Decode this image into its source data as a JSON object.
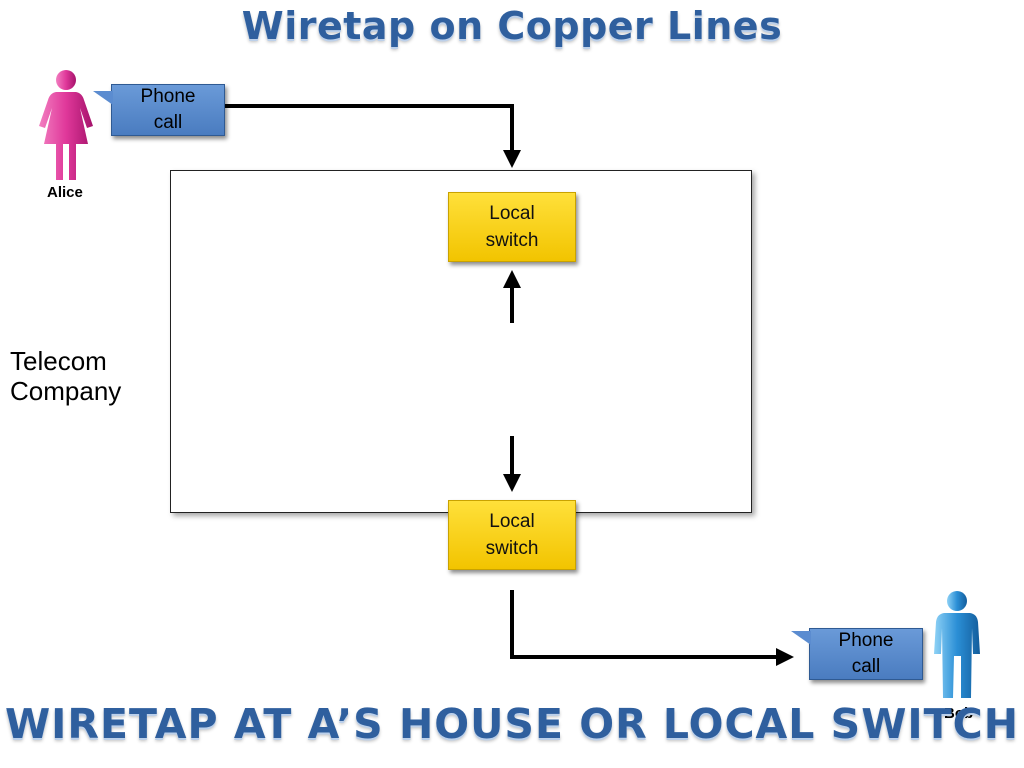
{
  "title": "Wiretap on Copper Lines",
  "subtitle": "Wiretap at A’s house or local switch",
  "telecom_label": "Telecom\nCompany",
  "alice": {
    "name": "Alice",
    "bubble": "Phone\ncall",
    "color": "#e0389a"
  },
  "bob": {
    "name": "Bob",
    "bubble": "Phone\ncall",
    "color": "#2b8fd6"
  },
  "switch_top": {
    "label": "Local\nswitch"
  },
  "switch_bottom": {
    "label": "Local\nswitch"
  },
  "colors": {
    "title": "#2f5f9e",
    "switch": "#f7d000",
    "bubble": "#5b8cd0"
  }
}
